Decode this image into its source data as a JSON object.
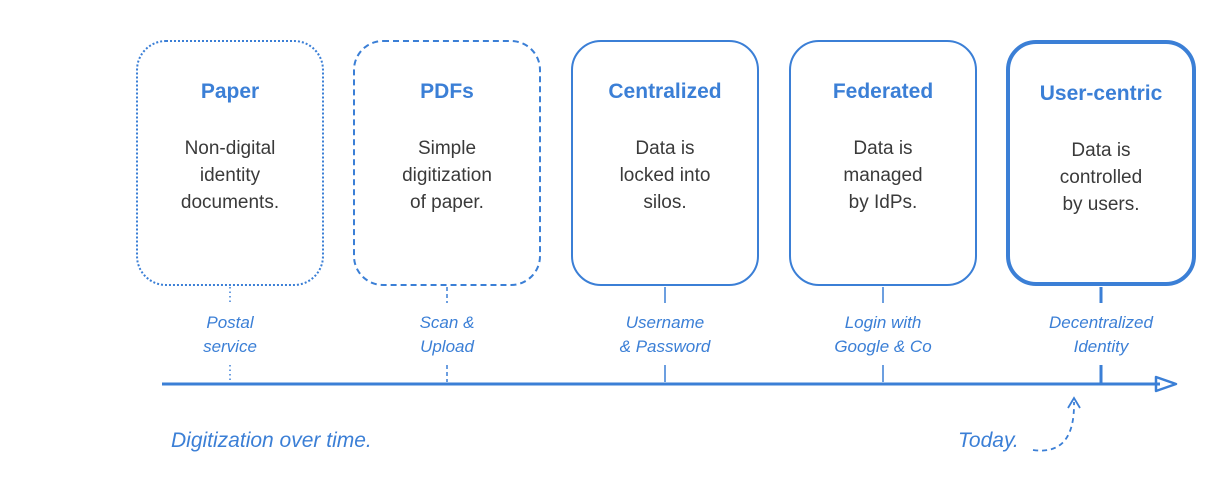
{
  "stages": [
    {
      "title": "Paper",
      "desc": "Non-digital\nidentity\ndocuments.",
      "label": "Postal\nservice"
    },
    {
      "title": "PDFs",
      "desc": "Simple\ndigitization\nof paper.",
      "label": "Scan &\nUpload"
    },
    {
      "title": "Centralized",
      "desc": "Data is\nlocked into\nsilos.",
      "label": "Username\n& Password"
    },
    {
      "title": "Federated",
      "desc": "Data is\nmanaged\nby IdPs.",
      "label": "Login with\nGoogle & Co"
    },
    {
      "title": "User-centric",
      "desc": "Data is\ncontrolled\nby users.",
      "label": "Decentralized\nIdentity"
    }
  ],
  "footer": {
    "caption": "Digitization over time.",
    "today": "Today."
  },
  "colors": {
    "accent": "#3b7fd6",
    "text": "#3a3a3a"
  }
}
